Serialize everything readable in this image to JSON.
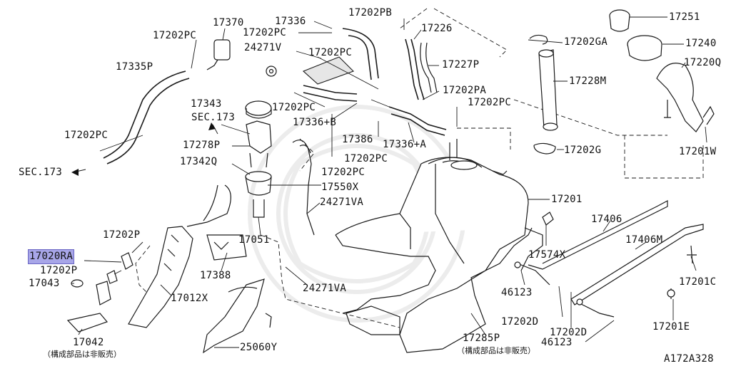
{
  "diagram_id": "A172A328",
  "highlighted_part": "17020RA",
  "colors": {
    "highlight": "#a8a6e8",
    "line": "#1a1a1a"
  },
  "labels": {
    "p17202PB": "17202PB",
    "p17226": "17226",
    "p17251": "17251",
    "p17370": "17370",
    "p17336_top": "17336",
    "p17202PC_a": "17202PC",
    "p17202PC_b": "17202PC",
    "p17202GA": "17202GA",
    "p17240": "17240",
    "p24271V": "24271V",
    "p17202PC_c": "17202PC",
    "p17227P": "17227P",
    "p17335P": "17335P",
    "p17220Q": "17220Q",
    "p17228M": "17228M",
    "p17202PA": "17202PA",
    "p17343": "17343",
    "p17202PC_d": "17202PC",
    "p17202PC_e": "17202PC",
    "sec173_a": "SEC.173",
    "p17336B": "17336+B",
    "p17202PC_f": "17202PC",
    "p17386": "17386",
    "p17278P": "17278P",
    "p17336A": "17336+A",
    "p17202G": "17202G",
    "p17201W": "17201W",
    "p17202PC_g": "17202PC",
    "p17342Q": "17342Q",
    "sec173_b": "SEC.173",
    "p17202PC_h": "17202PC",
    "p17550X": "17550X",
    "p17201": "17201",
    "p24271VA_a": "24271VA",
    "p17406": "17406",
    "p17202P_a": "17202P",
    "p17051": "17051",
    "p17406M": "17406M",
    "p17020RA": "17020RA",
    "p17574X": "17574X",
    "p17202P_b": "17202P",
    "p17388": "17388",
    "p17201C": "17201C",
    "p17043": "17043",
    "p24271VA_b": "24271VA",
    "p46123_a": "46123",
    "p17012X": "17012X",
    "p17202D_a": "17202D",
    "p17201E": "17201E",
    "p17202D_b": "17202D",
    "p17042": "17042",
    "p17285P": "17285P",
    "p46123_b": "46123",
    "p25060Y": "25060Y",
    "note_a": "（構成部品は非販売）",
    "note_b": "（構成部品は非販売）",
    "diagram_code": "A172A328"
  }
}
